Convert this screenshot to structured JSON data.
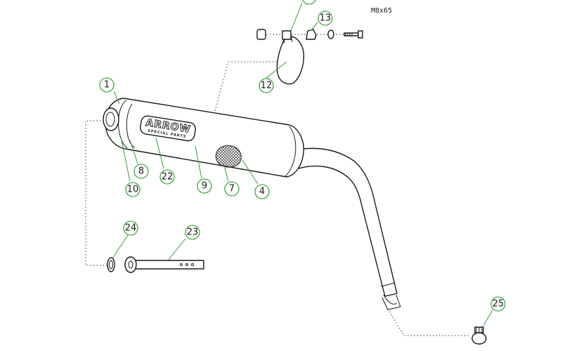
{
  "diagram": {
    "brand_logo": "ARROW",
    "brand_subtitle": "SPECIAL PARTS",
    "bolt_spec": "M8x65",
    "callouts": {
      "c1": "1",
      "c4": "4",
      "c7": "7",
      "c8": "8",
      "c9": "9",
      "c10": "10",
      "c12": "12",
      "c13": "13",
      "c22": "22",
      "c23": "23",
      "c24": "24",
      "c25": "25"
    },
    "colors": {
      "leader_line": "#3a9a3a",
      "callout_border": "#3fa83f",
      "linework": "#1a1a1a"
    }
  }
}
